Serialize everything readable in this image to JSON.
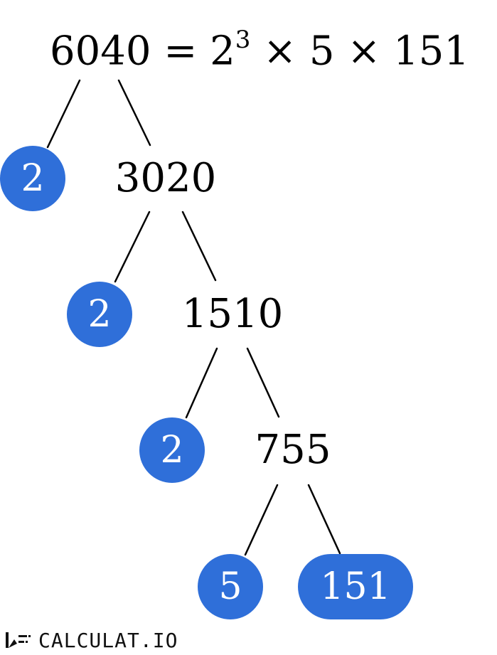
{
  "title": {
    "lhs": "6040",
    "eq": "=",
    "base": "2",
    "exp": "3",
    "times1": "×",
    "f2": "5",
    "times2": "×",
    "f3": "151"
  },
  "tree": {
    "n3020": "3020",
    "n1510": "1510",
    "n755": "755",
    "p1": "2",
    "p2": "2",
    "p3": "2",
    "p4": "5",
    "p5": "151"
  },
  "brand": {
    "text": "CALCULAT.IO"
  },
  "colors": {
    "prime_bubble": "#2f6fd9",
    "prime_text": "#ffffff",
    "lines": "#000000"
  }
}
